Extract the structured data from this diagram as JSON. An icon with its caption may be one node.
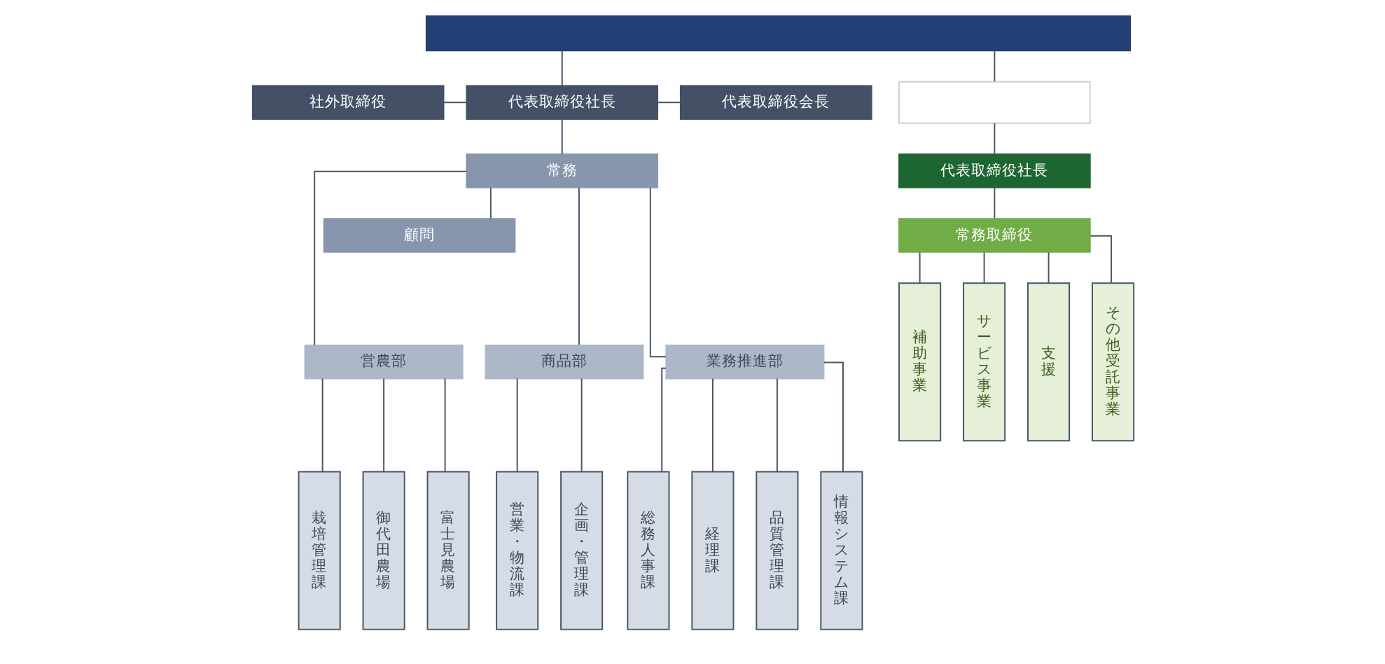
{
  "diagram": {
    "nodes": [
      {
        "text": [],
        "shape": "box"
      },
      {
        "text": [
          "社外取締役"
        ]
      },
      {
        "text": [
          "代表取締役社長"
        ]
      },
      {
        "text": [
          "代表取締役会長"
        ]
      },
      {
        "text": [],
        "shape": "box"
      },
      {
        "text": [
          "常務"
        ]
      },
      {
        "text": [
          "顧問"
        ]
      },
      {
        "text": [
          "営農部"
        ]
      },
      {
        "text": [
          "商品部"
        ]
      },
      {
        "text": [
          "業務推進部"
        ]
      },
      {
        "text": [
          "栽培管理課"
        ]
      },
      {
        "text": [
          "御代田農場"
        ]
      },
      {
        "text": [
          "富士見農場"
        ]
      },
      {
        "text": [
          "営業・物流課"
        ]
      },
      {
        "text": [
          "企画・管理課"
        ]
      },
      {
        "text": [
          "総務人事課"
        ]
      },
      {
        "text": [
          "経理課"
        ]
      },
      {
        "text": [
          "品質管理課"
        ]
      },
      {
        "text": [
          "情報システム課"
        ]
      },
      {
        "text": [
          "代表取締役社長"
        ]
      },
      {
        "text": [
          "常務取締役"
        ]
      },
      {
        "text": [
          "補助事業"
        ]
      },
      {
        "text": [
          "サービス事業"
        ]
      },
      {
        "text": [
          "支援"
        ]
      },
      {
        "text": [
          "その他受託事業"
        ]
      }
    ],
    "edges": [
      {
        "from": 0,
        "to": 2,
        "arrow": "none"
      },
      {
        "from": 0,
        "to": 4,
        "arrow": "none"
      },
      {
        "from": 1,
        "to": 2,
        "arrow": "none"
      },
      {
        "from": 2,
        "to": 3,
        "arrow": "none"
      },
      {
        "from": 2,
        "to": 5,
        "arrow": "none"
      },
      {
        "from": 5,
        "to": 6,
        "arrow": "none"
      },
      {
        "from": 5,
        "to": 7,
        "arrow": "none"
      },
      {
        "from": 5,
        "to": 8,
        "arrow": "none"
      },
      {
        "from": 5,
        "to": 9,
        "arrow": "none"
      },
      {
        "from": 7,
        "to": 10,
        "arrow": "none"
      },
      {
        "from": 7,
        "to": 11,
        "arrow": "none"
      },
      {
        "from": 7,
        "to": 12,
        "arrow": "none"
      },
      {
        "from": 8,
        "to": 13,
        "arrow": "none"
      },
      {
        "from": 8,
        "to": 14,
        "arrow": "none"
      },
      {
        "from": 9,
        "to": 15,
        "arrow": "none"
      },
      {
        "from": 9,
        "to": 16,
        "arrow": "none"
      },
      {
        "from": 9,
        "to": 17,
        "arrow": "none"
      },
      {
        "from": 9,
        "to": 18,
        "arrow": "none"
      },
      {
        "from": 4,
        "to": 19,
        "arrow": "none"
      },
      {
        "from": 19,
        "to": 20,
        "arrow": "none"
      },
      {
        "from": 20,
        "to": 21,
        "arrow": "none"
      },
      {
        "from": 20,
        "to": 22,
        "arrow": "none"
      },
      {
        "from": 20,
        "to": 23,
        "arrow": "none"
      },
      {
        "from": 20,
        "to": 24,
        "arrow": "none"
      }
    ]
  }
}
